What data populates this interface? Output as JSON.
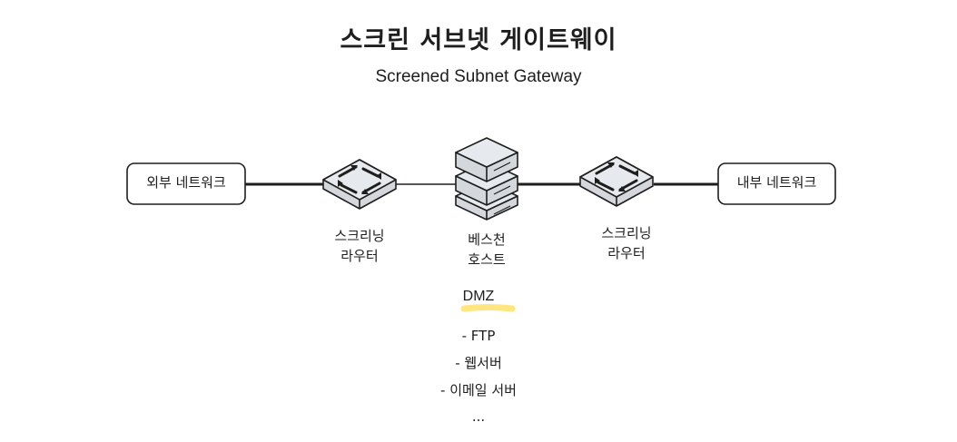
{
  "title": "스크린 서브넷 게이트웨이",
  "subtitle": "Screened Subnet Gateway",
  "nodes": {
    "external": "외부 네트워크",
    "internal": "내부 네트워크",
    "router_left": [
      "스크리닝",
      "라우터"
    ],
    "bastion": [
      "베스천",
      "호스트"
    ],
    "router_right": [
      "스크리닝",
      "라우터"
    ]
  },
  "dmz": {
    "title": "DMZ",
    "highlight_color": "#ffe680",
    "items": [
      "- FTP",
      "- 웹서버",
      "- 이메일 서버",
      "..."
    ]
  },
  "icons": {
    "router": "router-icon",
    "server": "server-stack-icon"
  },
  "colors": {
    "stroke": "#1e1e1e",
    "device_fill": "#dde1e6",
    "device_top": "#e6e9ed"
  }
}
